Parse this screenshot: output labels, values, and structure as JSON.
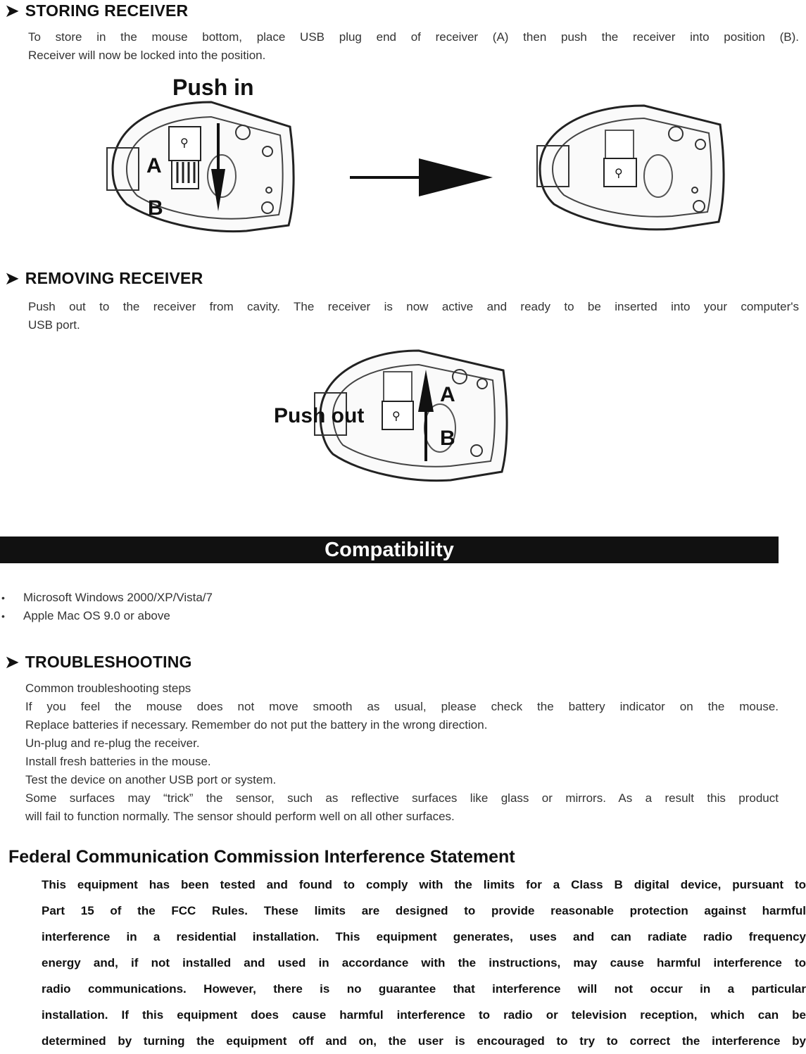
{
  "storing": {
    "heading": "STORING RECEIVER",
    "text_lines": [
      "To store in the mouse bottom, place USB plug end of receiver (A) then push the receiver into position (B).",
      "Receiver will now be locked into the position."
    ],
    "push_in_label": "Push in",
    "label_a": "A",
    "label_b": "B"
  },
  "removing": {
    "heading": "REMOVING RECEIVER",
    "text_lines": [
      "Push out to the receiver from cavity. The receiver is now active and ready to be inserted into your computer's",
      "USB port."
    ],
    "push_out_label": "Push out",
    "label_a": "A",
    "label_b": "B"
  },
  "compatibility": {
    "heading": "Compatibility",
    "items": [
      "Microsoft Windows 2000/XP/Vista/7",
      "Apple Mac OS 9.0 or above"
    ]
  },
  "troubleshooting": {
    "heading": "TROUBLESHOOTING",
    "lines": [
      "Common troubleshooting steps",
      "If you feel the mouse does not move smooth as usual, please check the battery indicator on the mouse.",
      "Replace batteries if necessary. Remember do not put the battery in the wrong direction.",
      "Un-plug and re-plug the receiver.",
      "Install fresh batteries in the mouse.",
      "Test the device on another USB port or system.",
      "Some surfaces may “trick” the sensor, such as reflective surfaces like glass or mirrors.  As a result this product",
      "will fail to function normally. The sensor should perform well on all other surfaces."
    ]
  },
  "fcc": {
    "title": "Federal Communication Commission Interference Statement",
    "lines": [
      "This equipment has been tested and found to comply with the limits for a Class B digital device, pursuant to",
      "Part 15 of the FCC Rules.  These limits are designed to provide reasonable protection against harmful",
      "interference in a residential installation. This equipment generates, uses and can radiate radio frequency",
      "energy and, if not installed and used in accordance with the instructions, may cause harmful interference to",
      "radio communications.  However, there is no guarantee that interference will not occur in a particular",
      "installation.   If this equipment does cause harmful interference to radio or television reception, which can be",
      "determined by turning the equipment off and on, the user is encouraged to try to correct the interference by"
    ]
  }
}
